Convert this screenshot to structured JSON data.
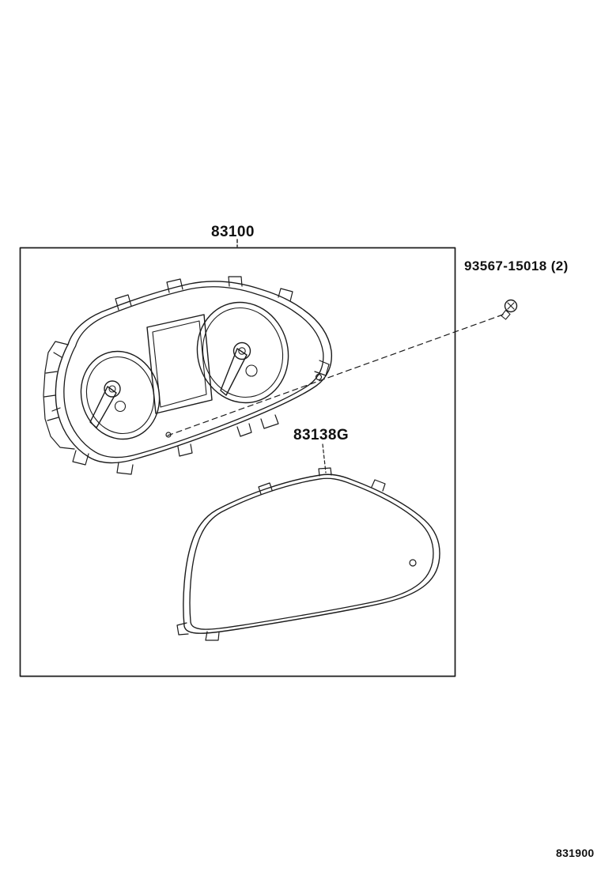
{
  "page": {
    "background_color": "#ffffff",
    "line_color": "#1c1c1c"
  },
  "callouts": {
    "cluster_part_number": "83100",
    "screw_part_number": "93567-15018 (2)",
    "lens_part_number": "83138G"
  },
  "drawing": {
    "parts": [
      {
        "name": "meter-assembly-instrument-cluster",
        "callout": "83100"
      },
      {
        "name": "screw-with-washer",
        "callout": "93567-15018 (2)",
        "quantity": 2
      },
      {
        "name": "instrument-cluster-glass-lens",
        "callout": "83138G"
      }
    ]
  },
  "footer": {
    "diagram_number": "831900"
  }
}
